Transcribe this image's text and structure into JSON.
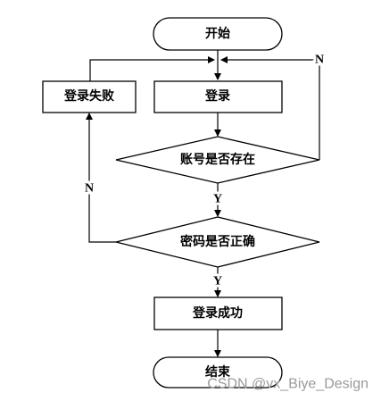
{
  "nodes": {
    "start": "开始",
    "login": "登录",
    "login_failed": "登录失败",
    "account_exists": "账号是否存在",
    "password_correct": "密码是否正确",
    "login_success": "登录成功",
    "end": "结束"
  },
  "edge_labels": {
    "account_no": "N",
    "account_yes": "Y",
    "password_no": "N",
    "password_yes": "Y"
  },
  "watermark": "CSDN @vx_Biye_Design",
  "colors": {
    "stroke": "#000000",
    "background": "#ffffff",
    "watermark": "#9a9a9a"
  }
}
